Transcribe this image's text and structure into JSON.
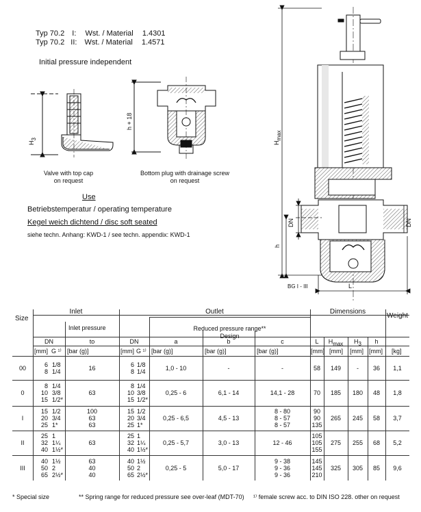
{
  "header": {
    "line1": {
      "typ": "Typ 70.2",
      "roman": "I:",
      "material_label": "Wst. / Material",
      "material": "1.4301"
    },
    "line2": {
      "typ": "Typ 70.2",
      "roman": "II:",
      "material_label": "Wst. / Material",
      "material": "1.4571"
    },
    "note": "Initial pressure independent"
  },
  "drawings": {
    "h3_label": "H",
    "h3_sub": "3",
    "h18_label": "h + 18",
    "cap_caption_1": "Valve with top cap",
    "cap_caption_2": "on request",
    "plug_caption_1": "Bottom plug with drainage screw",
    "plug_caption_2": "on request",
    "hmax_label": "H",
    "hmax_sub": "max",
    "dn_label_left": "DN",
    "dn_label_right": "DN",
    "h_label": "h",
    "l_label": "L",
    "bg_label": "BG I - III"
  },
  "use": {
    "title": "Use",
    "line1": "Betriebstemperatur / operating temperature",
    "line2": "Kegel weich dichtend / disc soft seated",
    "line3": "siehe techn. Anhang: KWD-1 / see techn. appendix: KWD-1"
  },
  "table": {
    "headers": {
      "size": "Size",
      "inlet": "Inlet",
      "outlet": "Outlet",
      "dimensions": "Dimensions",
      "weight": "Weight",
      "inlet_pressure": "Inlet pressure",
      "reduced_range": "Reduced pressure range**",
      "design": "Design",
      "dn": "DN",
      "to": "to",
      "dn2": "DN",
      "a": "a",
      "b": "b",
      "c": "c",
      "L": "L",
      "Hmax": "H",
      "Hmax_sub": "max",
      "H3": "H",
      "H3_sub": "3",
      "h": "h"
    },
    "units": {
      "mm1": "[mm]",
      "g1": "G ¹⁾",
      "bar1": "[bar (g)]",
      "mm2": "[mm]",
      "g2": "G ¹⁾",
      "bar_a": "[bar (g)]",
      "bar_b": "[bar (g)]",
      "bar_c": "[bar (g)]",
      "mmL": "[mm]",
      "mmH": "[mm]",
      "mmH3": "[mm]",
      "mmh": "[mm]",
      "kg": "[kg]"
    },
    "rows": [
      {
        "size": "00",
        "dn": [
          "6",
          "8"
        ],
        "g": [
          "1/8",
          "1/4"
        ],
        "to": [
          "16"
        ],
        "dn2": [
          "6",
          "8"
        ],
        "g2": [
          "1/8",
          "1/4"
        ],
        "a": "1,0  -  10",
        "b": "-",
        "c": [
          "-"
        ],
        "L": [
          "58"
        ],
        "Hmax": "149",
        "H3": "-",
        "h": "36",
        "w": "1,1"
      },
      {
        "size": "0",
        "dn": [
          "8",
          "10",
          "15"
        ],
        "g": [
          "1/4",
          "3/8",
          "1/2*"
        ],
        "to": [
          "63"
        ],
        "dn2": [
          "8",
          "10",
          "15"
        ],
        "g2": [
          "1/4",
          "3/8",
          "1/2*"
        ],
        "a": "0,25  -  6",
        "b": "6,1  -  14",
        "c": [
          "14,1  -  28"
        ],
        "L": [
          "70"
        ],
        "Hmax": "185",
        "H3": "180",
        "h": "48",
        "w": "1,8"
      },
      {
        "size": "I",
        "dn": [
          "15",
          "20",
          "25"
        ],
        "g": [
          "1/2",
          "3/4",
          "1*"
        ],
        "to": [
          "100",
          "63",
          "63"
        ],
        "dn2": [
          "15",
          "20",
          "25"
        ],
        "g2": [
          "1/2",
          "3/4",
          "1*"
        ],
        "a": "0,25  -  6,5",
        "b": "4,5  -  13",
        "c": [
          "8  -  80",
          "8  -  57",
          "8  -  57"
        ],
        "L": [
          "90",
          "90",
          "135"
        ],
        "Hmax": "265",
        "H3": "245",
        "h": "58",
        "w": "3,7"
      },
      {
        "size": "II",
        "dn": [
          "25",
          "32",
          "40"
        ],
        "g": [
          "1",
          "1¼",
          "1½*"
        ],
        "to": [
          "63"
        ],
        "dn2": [
          "25",
          "32",
          "40"
        ],
        "g2": [
          "1",
          "1¼",
          "1½*"
        ],
        "a": "0,25  -  5,7",
        "b": "3,0  -  13",
        "c": [
          "12  -  46"
        ],
        "L": [
          "105",
          "105",
          "155"
        ],
        "Hmax": "275",
        "H3": "255",
        "h": "68",
        "w": "5,2"
      },
      {
        "size": "III",
        "dn": [
          "40",
          "50",
          "65"
        ],
        "g": [
          "1½",
          "2",
          "2½*"
        ],
        "to": [
          "63",
          "40",
          "40"
        ],
        "dn2": [
          "40",
          "50",
          "65"
        ],
        "g2": [
          "1½",
          "2",
          "2½*"
        ],
        "a": "0,25  -  5",
        "b": "5,0  -  17",
        "c": [
          "9  -  38",
          "9  -  36",
          "9  -  36"
        ],
        "L": [
          "145",
          "145",
          "210"
        ],
        "Hmax": "325",
        "H3": "305",
        "h": "85",
        "w": "9,6"
      }
    ]
  },
  "footer": {
    "special": "* Special size",
    "spring": "** Spring range for reduced pressure see over-leaf (MDT-70)",
    "female": "¹⁾ female screw acc. to DIN ISO 228. other on request"
  }
}
